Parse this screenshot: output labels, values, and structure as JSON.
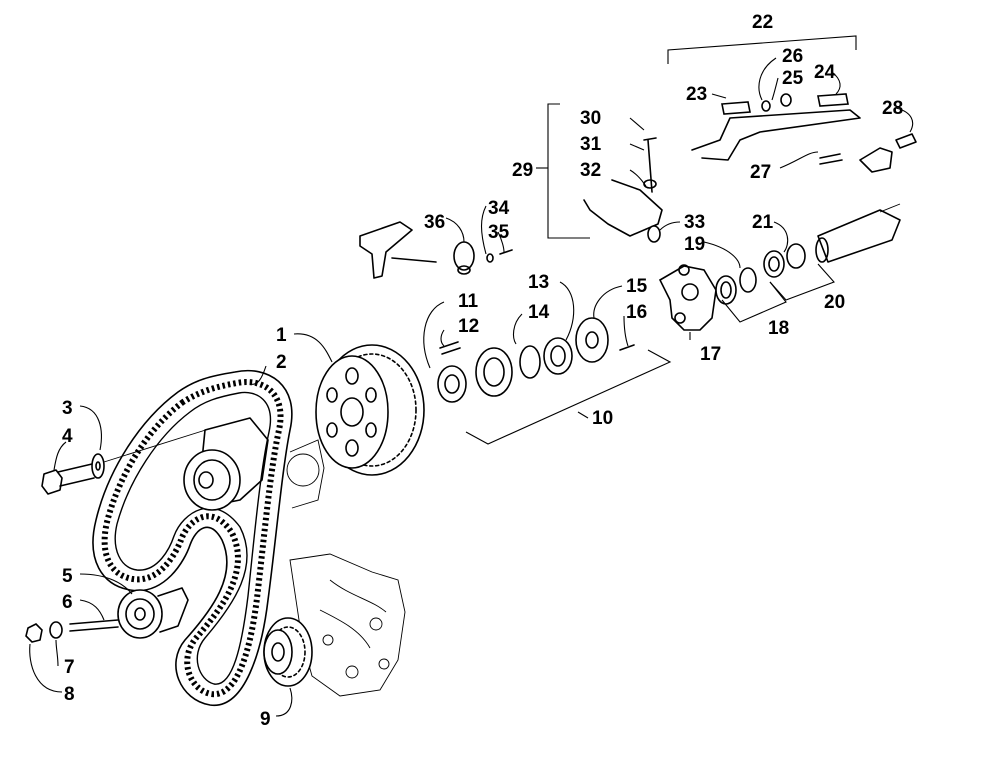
{
  "callouts": [
    "1",
    "2",
    "3",
    "4",
    "5",
    "6",
    "7",
    "8",
    "9",
    "10",
    "11",
    "12",
    "13",
    "14",
    "15",
    "16",
    "17",
    "18",
    "19",
    "20",
    "21",
    "22",
    "23",
    "24",
    "25",
    "26",
    "27",
    "28",
    "29",
    "30",
    "31",
    "32",
    "33",
    "34",
    "35",
    "36"
  ]
}
